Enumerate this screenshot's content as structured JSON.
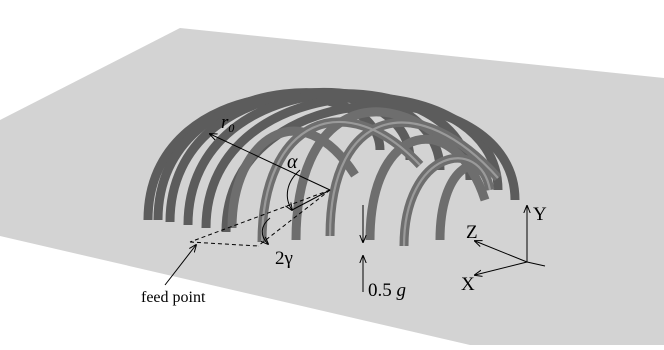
{
  "labels": {
    "r0_base": "r",
    "r0_sub": "0",
    "alpha": "α",
    "two_gamma": "2γ",
    "gap_value": "0.5 ",
    "gap_symbol": "g",
    "feed_point": "feed point",
    "axis_x": "X",
    "axis_y": "Y",
    "axis_z": "Z"
  },
  "colors": {
    "ground_plane": "#d3d3d3",
    "arch_tube": "#666666"
  }
}
